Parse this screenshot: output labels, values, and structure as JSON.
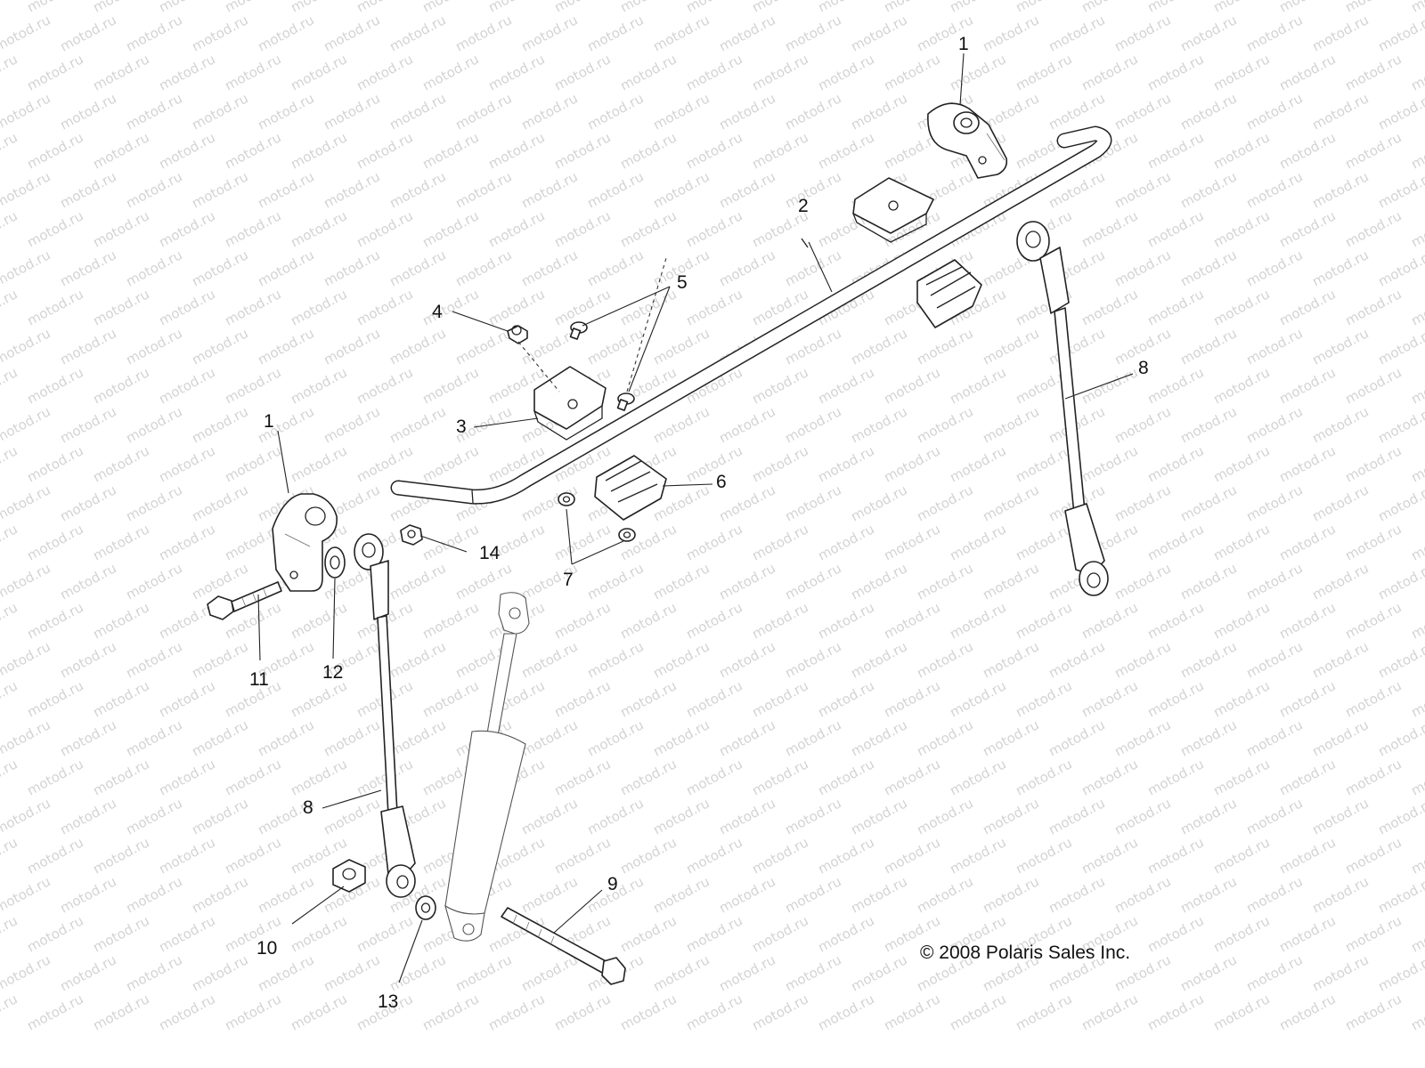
{
  "watermark": {
    "text": "motod.ru"
  },
  "copyright": "© 2008 Polaris Sales Inc.",
  "callouts": {
    "c1_top": "1",
    "c1_left": "1",
    "c2": "2",
    "c3": "3",
    "c4": "4",
    "c5": "5",
    "c6": "6",
    "c7": "7",
    "c8_right": "8",
    "c8_left": "8",
    "c9": "9",
    "c10": "10",
    "c11": "11",
    "c12": "12",
    "c13": "13",
    "c14": "14"
  },
  "colors": {
    "line": "#222222",
    "watermark": "#d3d3d3",
    "background": "#ffffff"
  }
}
